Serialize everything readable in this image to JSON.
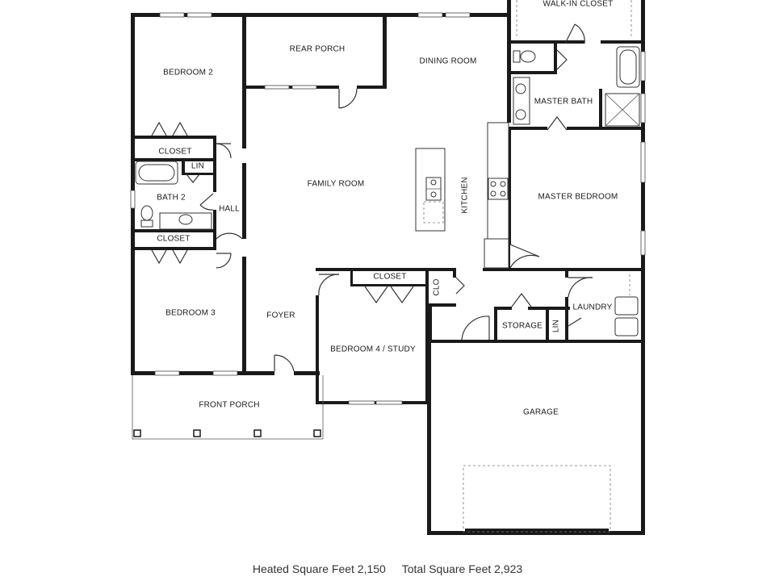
{
  "rooms": {
    "walk_in_closet": "WALK-IN CLOSET",
    "bedroom_2": "BEDROOM 2",
    "rear_porch": "REAR PORCH",
    "dining_room": "DINING ROOM",
    "master_bath": "MASTER BATH",
    "closet_bed2": "CLOSET",
    "lin_bath2": "LIN",
    "bath_2": "BATH 2",
    "hall": "HALL",
    "family_room": "FAMILY ROOM",
    "kitchen": "KITCHEN",
    "master_bedroom": "MASTER BEDROOM",
    "closet_bed3": "CLOSET",
    "closet_bed4": "CLOSET",
    "clo": "CLO",
    "bedroom_3": "BEDROOM 3",
    "foyer": "FOYER",
    "laundry": "LAUNDRY",
    "storage": "STORAGE",
    "lin_laundry": "LIN",
    "bedroom_4_study": "BEDROOM 4 / STUDY",
    "front_porch": "FRONT PORCH",
    "garage": "GARAGE"
  },
  "footer": {
    "heated": "Heated Square Feet 2,150",
    "total": "Total Square Feet 2,923"
  },
  "colors": {
    "wall": "#1a1a1a",
    "background": "#ffffff"
  }
}
